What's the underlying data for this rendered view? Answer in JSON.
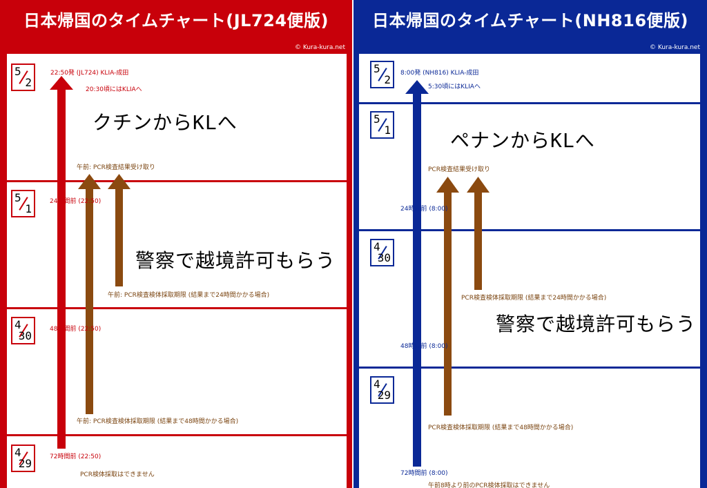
{
  "colors": {
    "left_bg": "#c8000a",
    "right_bg": "#0a2896",
    "brown_arrow": "#8b4a10",
    "brown_text": "#7a4410",
    "red_text": "#c8000a",
    "blue_text": "#0a2896"
  },
  "left": {
    "title": "日本帰国のタイムチャート(JL724便版)",
    "credit": "© Kura-kura.net",
    "dates": [
      {
        "month": "5",
        "day": "2"
      },
      {
        "month": "5",
        "day": "1"
      },
      {
        "month": "4",
        "day": "30"
      },
      {
        "month": "4",
        "day": "29"
      }
    ],
    "labels": {
      "depart": "22:50発 (JL724) KLIA-成田",
      "arrive": "20:30頃にはKLIAへ",
      "result": "午前: PCR検査結果受け取り",
      "h24": "24時間前 (22:50)",
      "deadline24": "午前: PCR検査検体採取期限 (結果まで24時間かかる場合)",
      "h48": "48時間前 (22:50)",
      "deadline48": "午前: PCR検査検体採取期限 (結果まで48時間かかる場合)",
      "h72": "72時間前 (22:50)",
      "nosample": "PCR検体採取はできません"
    },
    "handwritten": {
      "to_kl": "クチンからKLへ",
      "permit": "警察で越境許可もらう"
    }
  },
  "right": {
    "title": "日本帰国のタイムチャート(NH816便版)",
    "credit": "© Kura-kura.net",
    "dates": [
      {
        "month": "5",
        "day": "2"
      },
      {
        "month": "5",
        "day": "1"
      },
      {
        "month": "4",
        "day": "30"
      },
      {
        "month": "4",
        "day": "29"
      }
    ],
    "labels": {
      "depart": "8:00発 (NH816) KLIA-成田",
      "arrive": "5:30頃にはKLIAへ",
      "result": "PCR検査結果受け取り",
      "h24": "24時間前 (8:00)",
      "deadline24": "PCR検査検体採取期限 (結果まで24時間かかる場合)",
      "h48": "48時間前 (8:00)",
      "deadline48": "PCR検査検体採取期限 (結果まで48時間かかる場合)",
      "h72": "72時間前 (8:00)",
      "nosample": "午前8時より前のPCR検体採取はできません"
    },
    "handwritten": {
      "to_kl": "ペナンからKLへ",
      "permit": "警察で越境許可もらう"
    }
  }
}
